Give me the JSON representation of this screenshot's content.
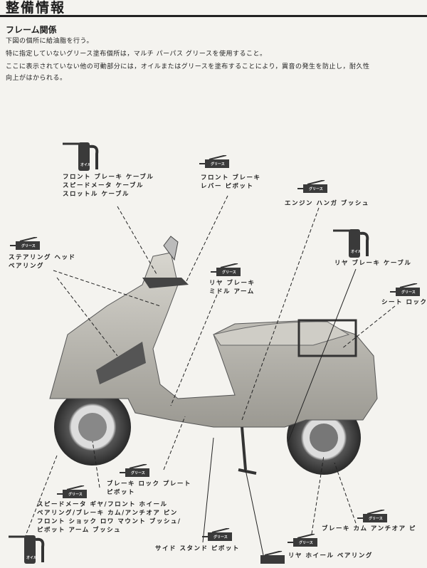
{
  "header": {
    "title": "整備情報"
  },
  "section": {
    "title": "フレーム関係",
    "paragraphs": [
      "下図の個所に給油脂を行う。",
      "特に指定していないグリース塗布個所は，マルチ パーパス グリースを使用すること。",
      "ここに表示されていない他の可動部分には，オイルまたはグリースを塗布することにより，異音の発生を防止し，耐久性",
      "向上がはかられる。"
    ]
  },
  "icons": {
    "oil": "オイル",
    "grease": "グリース"
  },
  "labels": {
    "front_cables": "フロント ブレーキ ケーブル\nスピードメータ ケーブル\nスロットル ケーブル",
    "front_brake_lever": "フロント ブレーキ\nレバー ピボット",
    "engine_hanger": "エンジン ハンガ ブッシュ",
    "steering_head": "ステアリング ヘッド\nベアリング",
    "rear_brake_cable": "リヤ ブレーキ ケーブル",
    "rear_brake_middle_arm": "リヤ ブレーキ\nミドル アーム",
    "seat_lock": "シート ロック",
    "brake_lock_plate": "ブレーキ ロック プレート\nピボット",
    "front_wheel_group": "スピードメータ ギヤ/フロント ホイール\nベアリング/ブレーキ カム/アンチオア ピン\nフロント ショック ロワ マウント ブッシュ/\nピボット アーム ブッシュ",
    "side_stand": "サイド スタンド ピボット",
    "rear_wheel_bearing": "リヤ ホイール ベアリング",
    "rear_brake_cam": "ブレーキ カム アンチオア ピ"
  }
}
